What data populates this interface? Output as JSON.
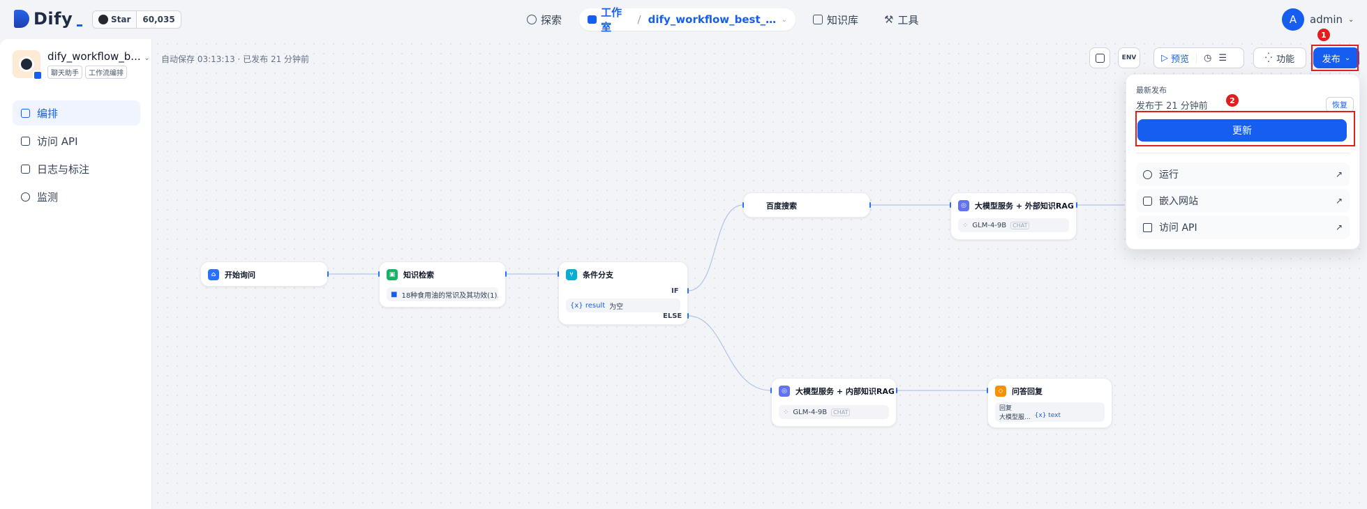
{
  "header": {
    "logo_text": "Dify",
    "github": {
      "star_label": "Star",
      "star_count": "60,035"
    },
    "nav": {
      "explore": "探索",
      "studio": "工作室",
      "app_name": "dify_workflow_best_pra...",
      "knowledge": "知识库",
      "tools": "工具"
    },
    "user": {
      "initial": "A",
      "name": "admin"
    }
  },
  "sidebar": {
    "app_name": "dify_workflow_b...",
    "tags": [
      "聊天助手",
      "工作流编排"
    ],
    "items": [
      {
        "label": "编排",
        "active": true
      },
      {
        "label": "访问 API",
        "active": false
      },
      {
        "label": "日志与标注",
        "active": false
      },
      {
        "label": "监测",
        "active": false
      }
    ]
  },
  "canvas": {
    "autosave": "自动保存 03:13:13 · 已发布 21 分钟前",
    "toolbar": {
      "env": "ENV",
      "preview": "预览",
      "features": "功能",
      "publish": "发布"
    }
  },
  "publish_panel": {
    "title": "最新发布",
    "published_time": "发布于 21 分钟前",
    "restore": "恢复",
    "update": "更新",
    "actions": [
      {
        "label": "运行",
        "icon": "play-circle-icon"
      },
      {
        "label": "嵌入网站",
        "icon": "embed-icon"
      },
      {
        "label": "访问 API",
        "icon": "file-icon"
      }
    ]
  },
  "annotations": {
    "marker_1": "1",
    "marker_2": "2"
  },
  "nodes": {
    "start": {
      "title": "开始询问"
    },
    "retrieval": {
      "title": "知识检索",
      "sub": "18种食用油的常识及其功效(1)...."
    },
    "if_else": {
      "title": "条件分支",
      "if_label": "IF",
      "condition_var": "{x} result",
      "condition_op": "为空",
      "else_label": "ELSE"
    },
    "baidu": {
      "title": "百度搜索"
    },
    "llm_external": {
      "title": "大模型服务 + 外部知识RAG",
      "model": "GLM-4-9B",
      "mode": "CHAT"
    },
    "llm_internal": {
      "title": "大模型服务 + 内部知识RAG",
      "model": "GLM-4-9B",
      "mode": "CHAT"
    },
    "answer": {
      "title": "问答回复",
      "label": "回复",
      "ref_node": "大模型服...",
      "ref_var": "{x} text"
    }
  },
  "colors": {
    "primary": "#155eef",
    "annotation": "#e11d1d"
  }
}
